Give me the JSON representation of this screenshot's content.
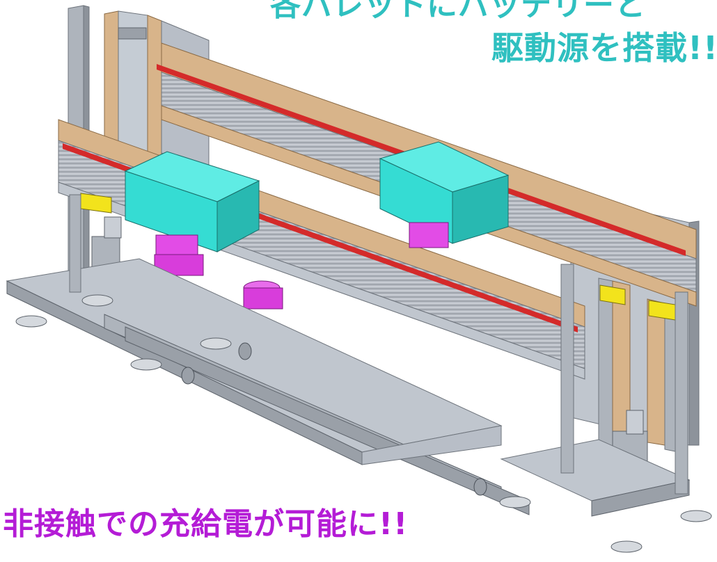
{
  "captions": {
    "top_line1": "各パレットにバッテリーと",
    "top_line2": "駆動源を搭載!!",
    "bottom": "非接触での充給電が可能に!!"
  },
  "colors": {
    "caption_top": "#2fc0c0",
    "caption_bottom": "#b41cd6",
    "frame": "#b8bec7",
    "frame_shadow": "#7e848d",
    "rail_plate": "#d8b48a",
    "rack": "#d42a2a",
    "pallet": "#35dcd3",
    "motor": "#e24ce6",
    "bracket": "#f2e31c"
  },
  "icons": [
    "aluminum-frame-drawing",
    "pallet-block",
    "motor-unit",
    "caster-wheel",
    "leveling-foot",
    "yellow-bracket"
  ]
}
